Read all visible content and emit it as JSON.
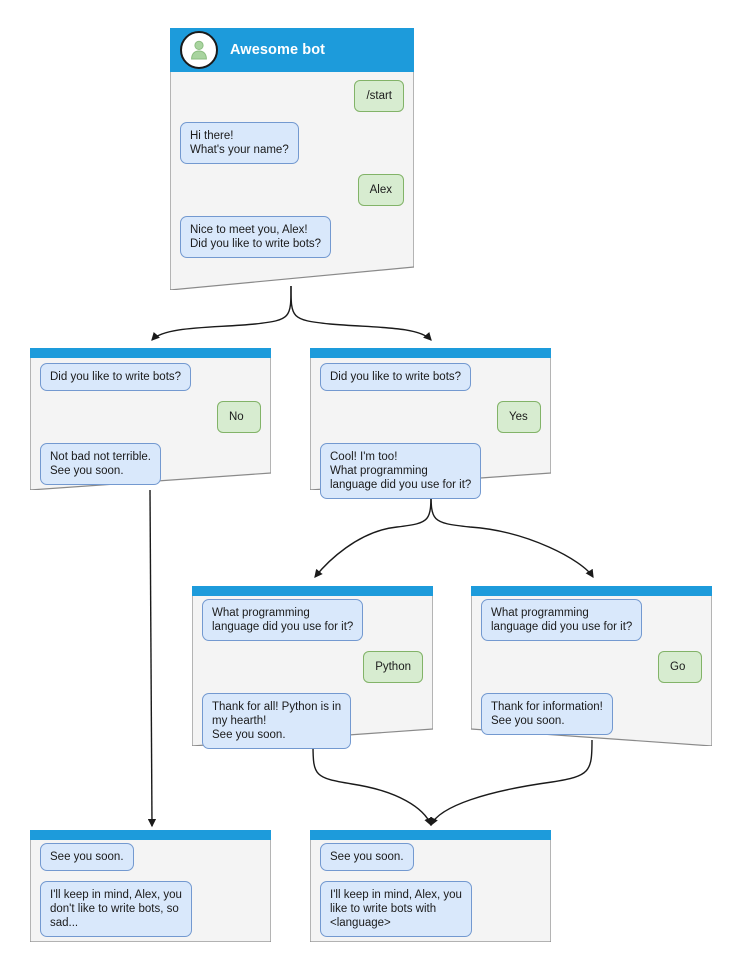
{
  "diagram": {
    "title": "Awesome bot conversation flow",
    "colors": {
      "header_blue": "#1d9bdb",
      "node_body": "#f4f4f4",
      "node_border": "#8a8a8a",
      "bot_bubble_bg": "#d9e8fb",
      "bot_bubble_border": "#7399d0",
      "user_bubble_bg": "#d7ecd0",
      "user_bubble_border": "#82b368",
      "edge_stroke": "#1a1a1a",
      "avatar_fill": "#a9d4a0",
      "canvas_bg": "#ffffff"
    }
  },
  "nodes": [
    {
      "id": "start",
      "bot_name": "Awesome bot",
      "avatar_icon": "person-avatar-icon",
      "messages": [
        {
          "side": "user",
          "text": "/start"
        },
        {
          "side": "bot",
          "text": "Hi there!\nWhat's your name?"
        },
        {
          "side": "user",
          "text": "Alex"
        },
        {
          "side": "bot",
          "text": "Nice to meet you, Alex!\nDid you like to write bots?"
        }
      ]
    },
    {
      "id": "answer-no",
      "messages": [
        {
          "side": "bot",
          "text": "Did you like to write bots?"
        },
        {
          "side": "user",
          "text": "No"
        },
        {
          "side": "bot",
          "text": "Not bad not terrible.\nSee you soon."
        }
      ]
    },
    {
      "id": "answer-yes",
      "messages": [
        {
          "side": "bot",
          "text": "Did you like to write bots?"
        },
        {
          "side": "user",
          "text": "Yes"
        },
        {
          "side": "bot",
          "text": "Cool! I'm too!\nWhat programming\nlanguage did you use for it?"
        }
      ]
    },
    {
      "id": "lang-python",
      "messages": [
        {
          "side": "bot",
          "text": "What programming\nlanguage did you use for it?"
        },
        {
          "side": "user",
          "text": "Python"
        },
        {
          "side": "bot",
          "text": "Thank for all! Python is in\nmy hearth!\nSee you soon."
        }
      ]
    },
    {
      "id": "lang-go",
      "messages": [
        {
          "side": "bot",
          "text": "What programming\nlanguage did you use for it?"
        },
        {
          "side": "user",
          "text": "Go"
        },
        {
          "side": "bot",
          "text": "Thank for information!\nSee you soon."
        }
      ]
    },
    {
      "id": "end-sad",
      "messages": [
        {
          "side": "bot",
          "text": "See you soon."
        },
        {
          "side": "bot",
          "text": "I'll keep in mind, Alex, you\ndon't like to write bots, so\nsad..."
        }
      ]
    },
    {
      "id": "end-happy",
      "messages": [
        {
          "side": "bot",
          "text": "See you soon."
        },
        {
          "side": "bot",
          "text": "I'll keep in mind, Alex, you\nlike to write bots with\n<language>"
        }
      ]
    }
  ],
  "text": {
    "n0_m0": "/start",
    "n0_m1": "Hi there!\nWhat's your name?",
    "n0_m2": "Alex",
    "n0_m3": "Nice to meet you, Alex!\nDid you like to write bots?",
    "n0_title": "Awesome bot",
    "n1_m0": "Did you like to write bots?",
    "n1_m1": "No",
    "n1_m2": "Not bad not terrible.\nSee you soon.",
    "n2_m0": "Did you like to write bots?",
    "n2_m1": "Yes",
    "n2_m2": "Cool! I'm too!\nWhat programming\nlanguage did you use for it?",
    "n3_m0": "What programming\nlanguage did you use for it?",
    "n3_m1": "Python",
    "n3_m2": "Thank for all! Python is in\nmy hearth!\nSee you soon.",
    "n4_m0": "What programming\nlanguage did you use for it?",
    "n4_m1": "Go",
    "n4_m2": "Thank for information!\nSee you soon.",
    "n5_m0": "See you soon.",
    "n5_m1": "I'll keep in mind, Alex, you\ndon't like to write bots, so\nsad...",
    "n6_m0": "See you soon.",
    "n6_m1": "I'll keep in mind, Alex, you\nlike to write bots with\n<language>"
  }
}
